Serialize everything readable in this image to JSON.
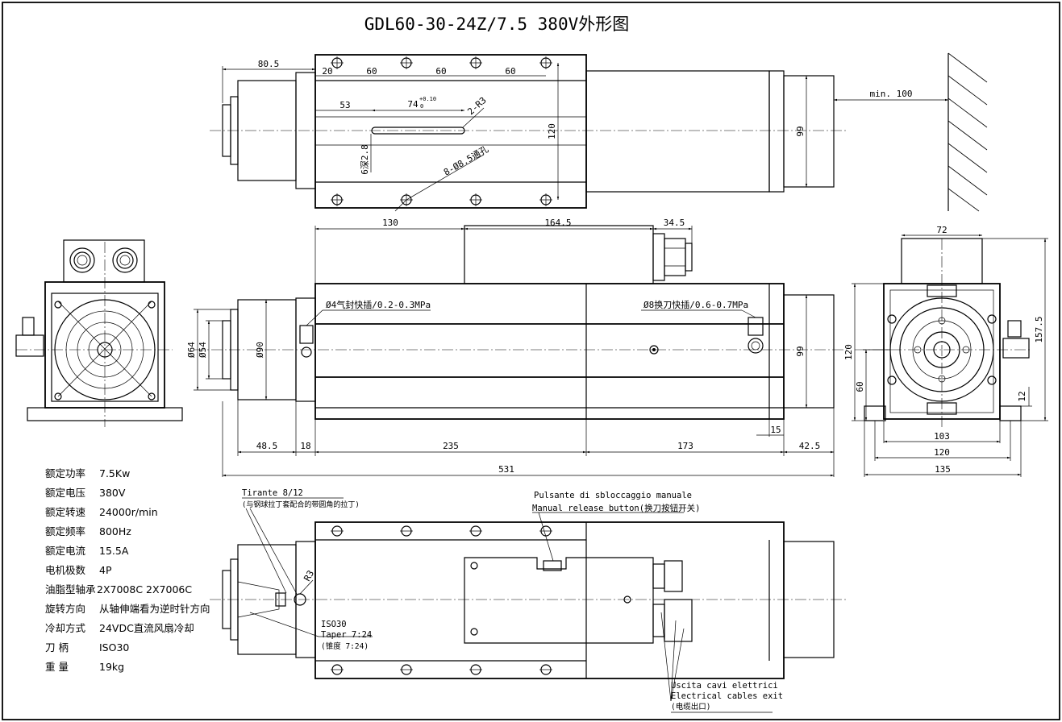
{
  "title": "GDL60-30-24Z/7.5 380V外形图",
  "top_view": {
    "dims": {
      "front_length": "80.5",
      "first_hole": "20",
      "pitch1": "60",
      "pitch2": "60",
      "pitch3": "60",
      "clearance": "min. 100",
      "body_height": "120",
      "rear_dia": "99",
      "slot_offset": "53",
      "slot_length": "74",
      "slot_tol_upper": "+0.10",
      "slot_tol_lower": "0",
      "slot_radius": "2-R3",
      "slot_depth": "6深2.8",
      "hole_callout": "8-Ø8.5通孔"
    }
  },
  "side_view": {
    "dims": {
      "top_130": "130",
      "top_164_5": "164.5",
      "top_34_5": "34.5",
      "dia_64": "Ø64",
      "dia_54": "Ø54",
      "dia_90": "Ø90",
      "rear_99": "99",
      "b_48_5": "48.5",
      "b_18": "18",
      "b_235": "235",
      "b_173": "173",
      "b_15": "15",
      "b_42_5": "42.5",
      "total": "531"
    },
    "air_left": "Ø4气封快插/0.2-0.3MPa",
    "air_right": "Ø8换刀快插/0.6-0.7MPa"
  },
  "end_view": {
    "dims": {
      "w72": "72",
      "h157_5": "157.5",
      "h120": "120",
      "h60": "60",
      "h12": "12",
      "w103": "103",
      "w120": "120",
      "w135": "135"
    }
  },
  "bottom_view": {
    "tirante": "Tirante 8/12",
    "tirante_cn": "(与钢球拉丁套配合的带圆角的拉丁)",
    "r3": "R3",
    "pulsante": "Pulsante di sbloccaggio manuale",
    "manual_release": "Manual release button(换刀按钮开关)",
    "iso30": "ISO30",
    "taper": "Taper 7:24",
    "taper_cn": "(锥度  7:24)",
    "uscita": "Uscita cavi elettrici",
    "cables_exit": "Electrical cables exit",
    "cables_cn": "(电缆出口)"
  },
  "specs": [
    {
      "label": "额定功率",
      "value": "7.5Kw"
    },
    {
      "label": "额定电压",
      "value": "380V"
    },
    {
      "label": "额定转速",
      "value": "24000r/min"
    },
    {
      "label": "额定频率",
      "value": "800Hz"
    },
    {
      "label": "额定电流",
      "value": "15.5A"
    },
    {
      "label": "电机极数",
      "value": "4P"
    },
    {
      "label": "油脂型轴承",
      "value": "2X7008C  2X7006C"
    },
    {
      "label": "旋转方向",
      "value": "从轴伸端看为逆时针方向"
    },
    {
      "label": "冷却方式",
      "value": "24VDC直流风扇冷却"
    },
    {
      "label": "刀    柄",
      "value": "ISO30"
    },
    {
      "label": "重    量",
      "value": "19kg"
    }
  ]
}
